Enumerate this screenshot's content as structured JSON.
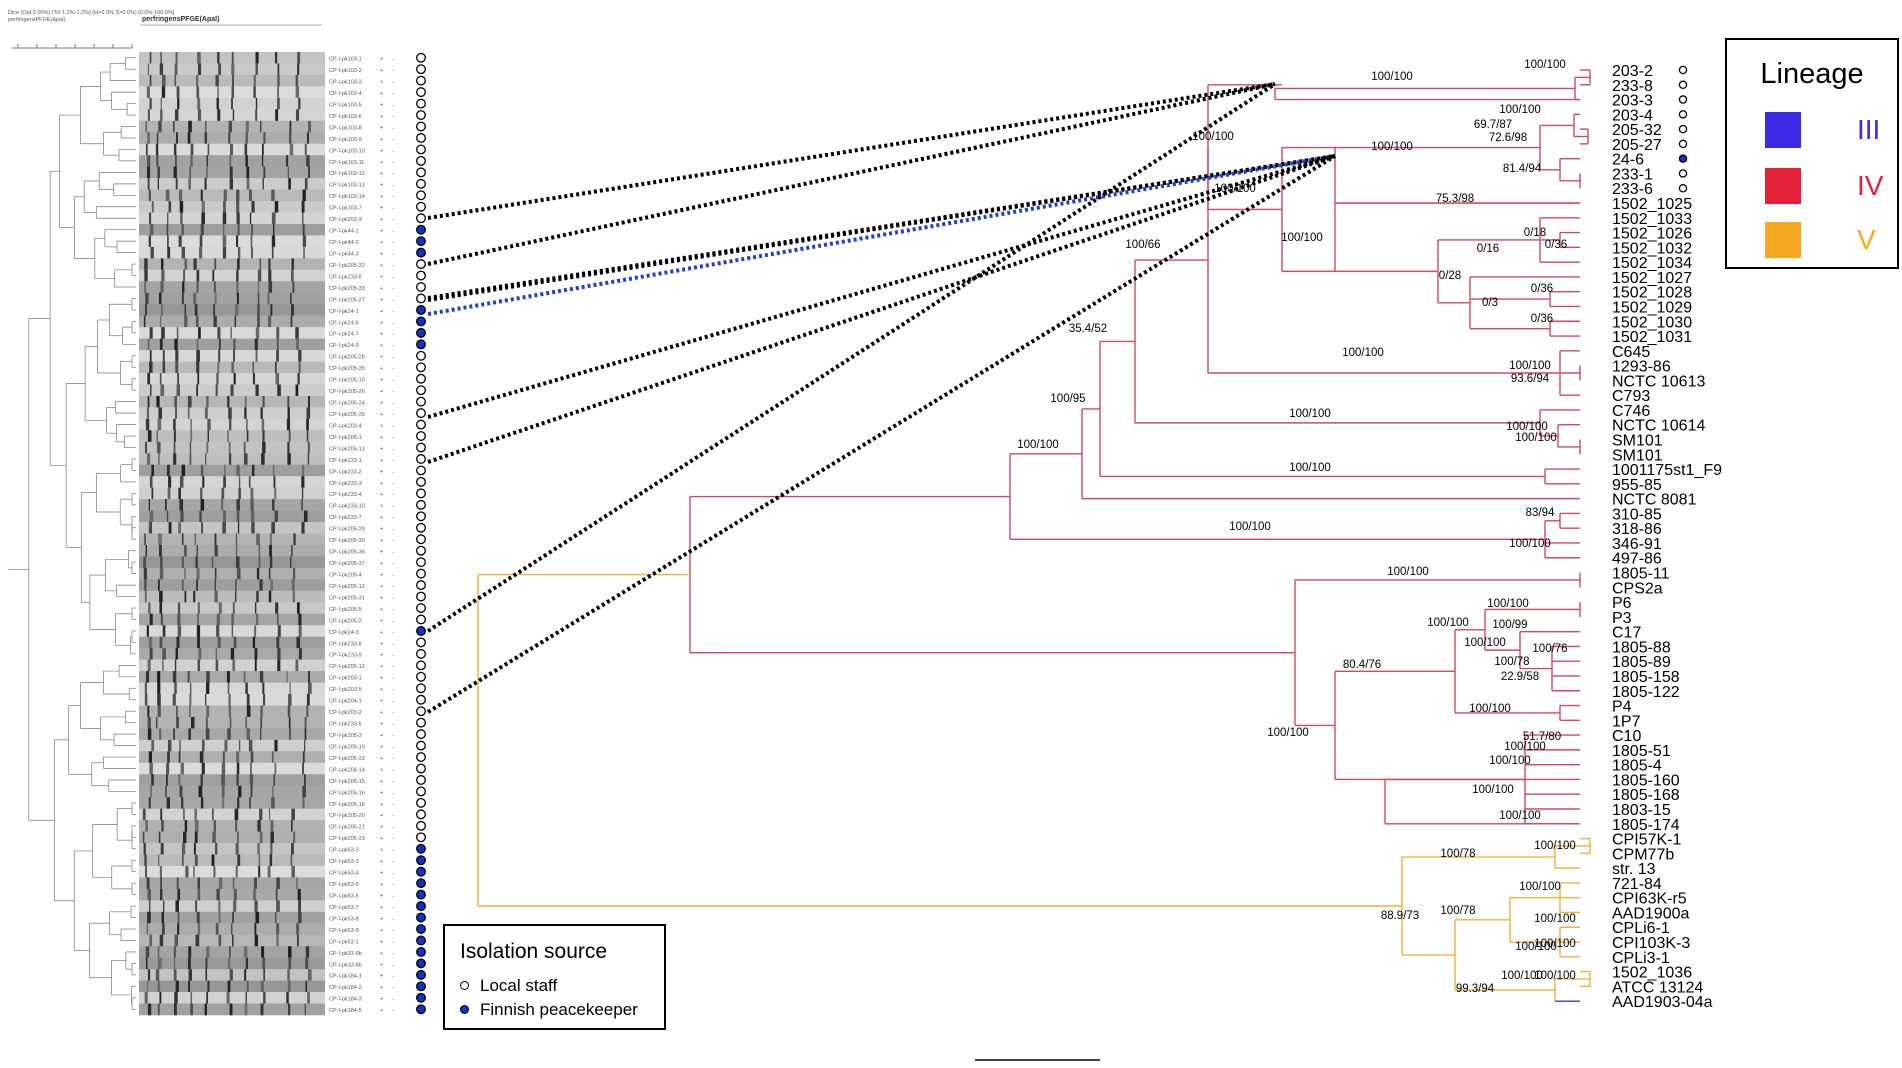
{
  "header": {
    "scale_text": "Dice (Opt:2.00%) (Tol 1.2%-1.2%) (H>0.0% S>0.0%) [0.0%-100.0%]",
    "key_label": "perfringensPFGE(ApaI)",
    "column_label": "perfringensPFGE(ApaI)"
  },
  "gel_keys": [
    "CP-I-pk103-1",
    "CP-I-pk103-2",
    "CP-I-pk103-3",
    "CP-I-pk103-4",
    "CP-I-pk103-5",
    "CP-I-pk103-6",
    "CP-I-pk103-8",
    "CP-I-pk103-9",
    "CP-I-pk103-10",
    "CP-I-pk103-11",
    "CP-I-pk103-12",
    "CP-I-pk103-13",
    "CP-I-pk103-14",
    "CP-I-pk103-7",
    "CP-I-pk203-3",
    "CP-I-pk44-1",
    "CP-I-pk44-2",
    "CP-I-pk44-3",
    "CP-I-pk205-32",
    "CP-I-pk233-6",
    "CP-I-pk205-33",
    "CP-I-pk205-27",
    "CP-I-pk24-1",
    "CP-I-pk24-6",
    "CP-I-pk24-7",
    "CP-I-pk24-9",
    "CP-I-pk205-28",
    "CP-I-pk205-35",
    "CP-I-pk205-10",
    "CP-I-pk205-26",
    "CP-I-pk205-24",
    "CP-I-pk205-25",
    "CP-I-pk203-4",
    "CP-I-pk205-1",
    "CP-I-pk205-13",
    "CP-I-pk233-1",
    "CP-I-pk233-2",
    "CP-I-pk233-3",
    "CP-I-pk233-4",
    "CP-I-pk233-10",
    "CP-I-pk233-7",
    "CP-I-pk205-29",
    "CP-I-pk205-30",
    "CP-I-pk205-36",
    "CP-I-pk205-37",
    "CP-I-pk205-4",
    "CP-I-pk205-12",
    "CP-I-pk205-31",
    "CP-I-pk205-5",
    "CP-I-pk205-2",
    "CP-I-pk24-3",
    "CP-I-pk233-8",
    "CP-I-pk233-9",
    "CP-I-pk205-12",
    "CP-I-pk203-1",
    "CP-I-pk203-5",
    "CP-I-pk204-1",
    "CP-I-pk203-2",
    "CP-I-pk233-5",
    "CP-I-pk205-3",
    "CP-I-pk205-19",
    "CP-I-pk205-22",
    "CP-I-pk204-14",
    "CP-I-pk205-15",
    "CP-I-pk205-16",
    "CP-I-pk205-18",
    "CP-I-pk205-20",
    "CP-I-pk205-21",
    "CP-I-pk205-23",
    "CP-I-pk53-2",
    "CP-I-pk53-3",
    "CP-I-pk53-4",
    "CP-I-pk53-5",
    "CP-I-pk53-6",
    "CP-I-pk53-7",
    "CP-I-pk53-8",
    "CP-I-pk53-9",
    "CP-I-pk53-1",
    "CP-I-pk33-6b",
    "CP-I-pk33-8b",
    "CP-I-pk184-1",
    "CP-I-pk184-2",
    "CP-I-pk184-3",
    "CP-I-pk184-5"
  ],
  "gel_source": [
    0,
    0,
    0,
    0,
    0,
    0,
    0,
    0,
    0,
    0,
    0,
    0,
    0,
    0,
    0,
    1,
    1,
    1,
    0,
    0,
    0,
    0,
    1,
    1,
    1,
    1,
    0,
    0,
    0,
    0,
    0,
    0,
    0,
    0,
    0,
    0,
    0,
    0,
    0,
    0,
    0,
    0,
    0,
    0,
    0,
    0,
    0,
    0,
    0,
    0,
    1,
    0,
    0,
    0,
    0,
    0,
    0,
    0,
    0,
    0,
    0,
    0,
    0,
    0,
    0,
    0,
    0,
    0,
    0,
    1,
    1,
    1,
    1,
    1,
    1,
    1,
    1,
    1,
    1,
    1,
    1,
    1,
    1,
    1
  ],
  "tree_tips": [
    "203-2",
    "233-8",
    "203-3",
    "203-4",
    "205-32",
    "205-27",
    "24-6",
    "233-1",
    "233-6",
    "1502_1025",
    "1502_1033",
    "1502_1026",
    "1502_1032",
    "1502_1034",
    "1502_1027",
    "1502_1028",
    "1502_1029",
    "1502_1030",
    "1502_1031",
    "C645",
    "1293-86",
    "NCTC 10613",
    "C793",
    "C746",
    "NCTC 10614",
    "SM101",
    "SM101",
    "1001175st1_F9",
    "955-85",
    "NCTC 8081",
    "310-85",
    "318-86",
    "346-91",
    "497-86",
    "1805-11",
    "CPS2a",
    "P6",
    "P3",
    "C17",
    "1805-88",
    "1805-89",
    "1805-158",
    "1805-122",
    "P4",
    "1P7",
    "C10",
    "1805-51",
    "1805-4",
    "1805-160",
    "1805-168",
    "1803-15",
    "1805-174",
    "CPI57K-1",
    "CPM77b",
    "str. 13",
    "721-84",
    "CPI63K-r5",
    "AAD1900a",
    "CPLi6-1",
    "CPI103K-3",
    "CPLi3-1",
    "1502_1036",
    "ATCC 13124",
    "AAD1903-04a"
  ],
  "tip_source": [
    0,
    0,
    0,
    0,
    0,
    0,
    1,
    0,
    0
  ],
  "support_labels": [
    "100/100",
    "100/100",
    "100/100",
    "100/100",
    "100/100",
    "100/100",
    "69.7/87",
    "72.6/98",
    "81.4/94",
    "100/100",
    "75.3/98",
    "0/18",
    "0/36",
    "0/16",
    "0/28",
    "0/36",
    "0/3",
    "0/36",
    "100/66",
    "35.4/52",
    "100/100",
    "100/100",
    "93.6/94",
    "100/95",
    "100/100",
    "100/100",
    "100/100",
    "100/100",
    "100/100",
    "83/94",
    "100/100",
    "100/100",
    "100/100",
    "100/100",
    "100/100",
    "100/99",
    "100/100",
    "100/76",
    "100/78",
    "22.9/58",
    "80.4/76",
    "100/100",
    "100/100",
    "51.7/80",
    "100/100",
    "100/100",
    "100/100",
    "100/100",
    "100/100",
    "100/78",
    "100/100",
    "100/78",
    "100/100",
    "100/100",
    "100/100",
    "88.9/73",
    "100/100",
    "99.3/94",
    "100/100"
  ],
  "legend_lineage": {
    "title": "Lineage",
    "items": [
      {
        "label": "III",
        "color": "#3a2ae6"
      },
      {
        "label": "IV",
        "color": "#e32239"
      },
      {
        "label": "V",
        "color": "#f7a823"
      }
    ]
  },
  "legend_source": {
    "title": "Isolation source",
    "items": [
      {
        "label": "Local staff",
        "fill": "#ffffff"
      },
      {
        "label": "Finnish peacekeeper",
        "fill": "#1432c8"
      }
    ]
  },
  "colors": {
    "lineage_IV_branch": "#d2495e",
    "lineage_V_branch": "#f0b138",
    "lineage_III_branch": "#4b3bb8",
    "link_black": "#000000",
    "link_blue": "#1f3fd1"
  }
}
